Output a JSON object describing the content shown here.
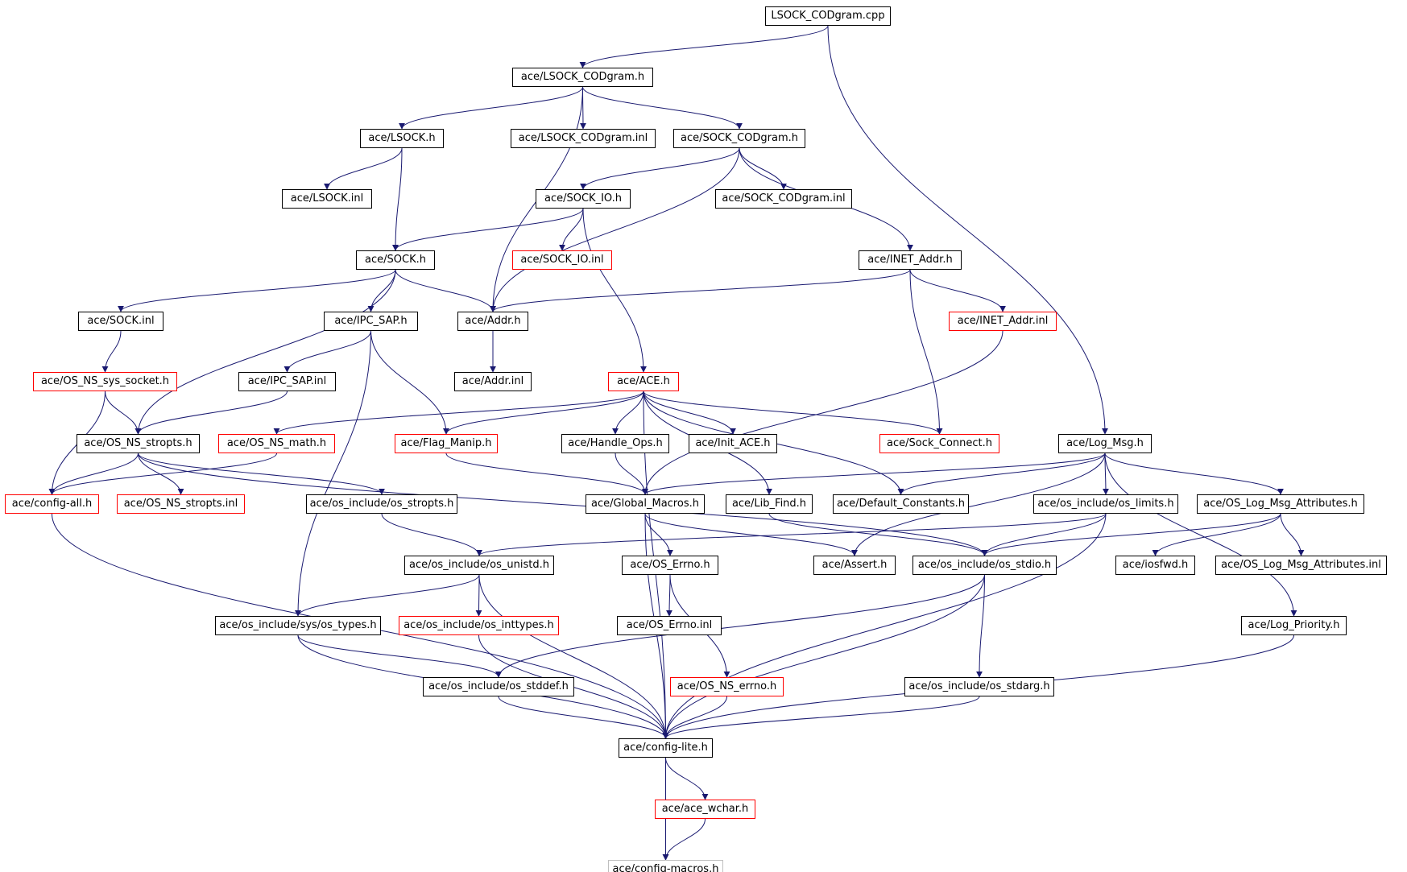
{
  "nodes": [
    {
      "id": "lsock_codgram_cpp",
      "label": "LSOCK_CODgram.cpp",
      "style": "root"
    },
    {
      "id": "lsock_codgram_h",
      "label": "ace/LSOCK_CODgram.h",
      "style": "normal"
    },
    {
      "id": "lsock_h",
      "label": "ace/LSOCK.h",
      "style": "normal"
    },
    {
      "id": "lsock_codgram_inl",
      "label": "ace/LSOCK_CODgram.inl",
      "style": "normal"
    },
    {
      "id": "sock_codgram_h",
      "label": "ace/SOCK_CODgram.h",
      "style": "normal"
    },
    {
      "id": "lsock_inl",
      "label": "ace/LSOCK.inl",
      "style": "normal"
    },
    {
      "id": "sock_io_h",
      "label": "ace/SOCK_IO.h",
      "style": "normal"
    },
    {
      "id": "sock_codgram_inl",
      "label": "ace/SOCK_CODgram.inl",
      "style": "normal"
    },
    {
      "id": "sock_h",
      "label": "ace/SOCK.h",
      "style": "normal"
    },
    {
      "id": "sock_io_inl",
      "label": "ace/SOCK_IO.inl",
      "style": "red"
    },
    {
      "id": "inet_addr_h",
      "label": "ace/INET_Addr.h",
      "style": "normal"
    },
    {
      "id": "sock_inl",
      "label": "ace/SOCK.inl",
      "style": "normal"
    },
    {
      "id": "ipc_sap_h",
      "label": "ace/IPC_SAP.h",
      "style": "normal"
    },
    {
      "id": "addr_h",
      "label": "ace/Addr.h",
      "style": "normal"
    },
    {
      "id": "inet_addr_inl",
      "label": "ace/INET_Addr.inl",
      "style": "red"
    },
    {
      "id": "os_ns_sys_socket_h",
      "label": "ace/OS_NS_sys_socket.h",
      "style": "red"
    },
    {
      "id": "ipc_sap_inl",
      "label": "ace/IPC_SAP.inl",
      "style": "normal"
    },
    {
      "id": "addr_inl",
      "label": "ace/Addr.inl",
      "style": "normal"
    },
    {
      "id": "ace_h",
      "label": "ace/ACE.h",
      "style": "red"
    },
    {
      "id": "os_ns_stropts_h",
      "label": "ace/OS_NS_stropts.h",
      "style": "normal"
    },
    {
      "id": "os_ns_math_h",
      "label": "ace/OS_NS_math.h",
      "style": "red"
    },
    {
      "id": "flag_manip_h",
      "label": "ace/Flag_Manip.h",
      "style": "red"
    },
    {
      "id": "handle_ops_h",
      "label": "ace/Handle_Ops.h",
      "style": "normal"
    },
    {
      "id": "init_ace_h",
      "label": "ace/Init_ACE.h",
      "style": "normal"
    },
    {
      "id": "sock_connect_h",
      "label": "ace/Sock_Connect.h",
      "style": "red"
    },
    {
      "id": "log_msg_h",
      "label": "ace/Log_Msg.h",
      "style": "normal"
    },
    {
      "id": "config_all_h",
      "label": "ace/config-all.h",
      "style": "red"
    },
    {
      "id": "os_ns_stropts_inl",
      "label": "ace/OS_NS_stropts.inl",
      "style": "red"
    },
    {
      "id": "os_include_os_stropts_h",
      "label": "ace/os_include/os_stropts.h",
      "style": "normal"
    },
    {
      "id": "global_macros_h",
      "label": "ace/Global_Macros.h",
      "style": "normal"
    },
    {
      "id": "lib_find_h",
      "label": "ace/Lib_Find.h",
      "style": "normal"
    },
    {
      "id": "default_constants_h",
      "label": "ace/Default_Constants.h",
      "style": "normal"
    },
    {
      "id": "os_include_os_limits_h",
      "label": "ace/os_include/os_limits.h",
      "style": "normal"
    },
    {
      "id": "os_log_msg_attributes_h",
      "label": "ace/OS_Log_Msg_Attributes.h",
      "style": "normal"
    },
    {
      "id": "os_include_os_unistd_h",
      "label": "ace/os_include/os_unistd.h",
      "style": "normal"
    },
    {
      "id": "os_errno_h",
      "label": "ace/OS_Errno.h",
      "style": "normal"
    },
    {
      "id": "assert_h",
      "label": "ace/Assert.h",
      "style": "normal"
    },
    {
      "id": "os_include_os_stdio_h",
      "label": "ace/os_include/os_stdio.h",
      "style": "normal"
    },
    {
      "id": "iosfwd_h",
      "label": "ace/iosfwd.h",
      "style": "normal"
    },
    {
      "id": "os_log_msg_attributes_inl",
      "label": "ace/OS_Log_Msg_Attributes.inl",
      "style": "normal"
    },
    {
      "id": "os_include_sys_os_types_h",
      "label": "ace/os_include/sys/os_types.h",
      "style": "normal"
    },
    {
      "id": "os_include_os_inttypes_h",
      "label": "ace/os_include/os_inttypes.h",
      "style": "red"
    },
    {
      "id": "os_errno_inl",
      "label": "ace/OS_Errno.inl",
      "style": "normal"
    },
    {
      "id": "log_priority_h",
      "label": "ace/Log_Priority.h",
      "style": "normal"
    },
    {
      "id": "os_include_os_stddef_h",
      "label": "ace/os_include/os_stddef.h",
      "style": "normal"
    },
    {
      "id": "os_ns_errno_h",
      "label": "ace/OS_NS_errno.h",
      "style": "red"
    },
    {
      "id": "os_include_os_stdarg_h",
      "label": "ace/os_include/os_stdarg.h",
      "style": "normal"
    },
    {
      "id": "config_lite_h",
      "label": "ace/config-lite.h",
      "style": "normal"
    },
    {
      "id": "ace_wchar_h",
      "label": "ace/ace_wchar.h",
      "style": "red"
    },
    {
      "id": "config_macros_h",
      "label": "ace/config-macros.h",
      "style": "gray"
    }
  ],
  "edges": [
    [
      "lsock_codgram_cpp",
      "lsock_codgram_h"
    ],
    [
      "lsock_codgram_cpp",
      "log_msg_h"
    ],
    [
      "lsock_codgram_h",
      "lsock_h"
    ],
    [
      "lsock_codgram_h",
      "lsock_codgram_inl"
    ],
    [
      "lsock_codgram_h",
      "sock_codgram_h"
    ],
    [
      "lsock_codgram_h",
      "addr_h"
    ],
    [
      "lsock_h",
      "lsock_inl"
    ],
    [
      "lsock_h",
      "sock_h"
    ],
    [
      "sock_codgram_h",
      "sock_io_h"
    ],
    [
      "sock_codgram_h",
      "sock_codgram_inl"
    ],
    [
      "sock_codgram_h",
      "inet_addr_h"
    ],
    [
      "sock_codgram_h",
      "addr_h"
    ],
    [
      "sock_io_h",
      "sock_h"
    ],
    [
      "sock_io_h",
      "sock_io_inl"
    ],
    [
      "sock_io_h",
      "ace_h"
    ],
    [
      "sock_h",
      "sock_inl"
    ],
    [
      "sock_h",
      "ipc_sap_h"
    ],
    [
      "sock_h",
      "addr_h"
    ],
    [
      "sock_h",
      "os_ns_stropts_h"
    ],
    [
      "inet_addr_h",
      "addr_h"
    ],
    [
      "inet_addr_h",
      "inet_addr_inl"
    ],
    [
      "inet_addr_h",
      "sock_connect_h"
    ],
    [
      "inet_addr_inl",
      "global_macros_h"
    ],
    [
      "sock_inl",
      "os_ns_sys_socket_h"
    ],
    [
      "ipc_sap_h",
      "ipc_sap_inl"
    ],
    [
      "ipc_sap_h",
      "flag_manip_h"
    ],
    [
      "ipc_sap_h",
      "os_include_sys_os_types_h"
    ],
    [
      "addr_h",
      "addr_inl"
    ],
    [
      "os_ns_sys_socket_h",
      "os_ns_stropts_h"
    ],
    [
      "os_ns_sys_socket_h",
      "config_all_h"
    ],
    [
      "ipc_sap_inl",
      "os_ns_stropts_h"
    ],
    [
      "ace_h",
      "os_ns_math_h"
    ],
    [
      "ace_h",
      "flag_manip_h"
    ],
    [
      "ace_h",
      "handle_ops_h"
    ],
    [
      "ace_h",
      "init_ace_h"
    ],
    [
      "ace_h",
      "sock_connect_h"
    ],
    [
      "ace_h",
      "lib_find_h"
    ],
    [
      "ace_h",
      "default_constants_h"
    ],
    [
      "ace_h",
      "config_lite_h"
    ],
    [
      "os_ns_stropts_h",
      "config_all_h"
    ],
    [
      "os_ns_stropts_h",
      "os_ns_stropts_inl"
    ],
    [
      "os_ns_stropts_h",
      "os_include_os_stropts_h"
    ],
    [
      "os_ns_stropts_h",
      "os_include_os_stdio_h"
    ],
    [
      "os_ns_math_h",
      "config_all_h"
    ],
    [
      "flag_manip_h",
      "global_macros_h"
    ],
    [
      "handle_ops_h",
      "global_macros_h"
    ],
    [
      "log_msg_h",
      "global_macros_h"
    ],
    [
      "log_msg_h",
      "default_constants_h"
    ],
    [
      "log_msg_h",
      "assert_h"
    ],
    [
      "log_msg_h",
      "os_include_os_limits_h"
    ],
    [
      "log_msg_h",
      "os_log_msg_attributes_h"
    ],
    [
      "log_msg_h",
      "log_priority_h"
    ],
    [
      "config_all_h",
      "config_lite_h"
    ],
    [
      "os_include_os_stropts_h",
      "os_include_os_unistd_h"
    ],
    [
      "global_macros_h",
      "os_errno_h"
    ],
    [
      "global_macros_h",
      "assert_h"
    ],
    [
      "global_macros_h",
      "config_lite_h"
    ],
    [
      "lib_find_h",
      "os_include_os_stdio_h"
    ],
    [
      "os_include_os_limits_h",
      "os_include_os_unistd_h"
    ],
    [
      "os_include_os_limits_h",
      "os_include_os_stdio_h"
    ],
    [
      "os_include_os_limits_h",
      "config_lite_h"
    ],
    [
      "os_log_msg_attributes_h",
      "os_include_os_stdio_h"
    ],
    [
      "os_log_msg_attributes_h",
      "iosfwd_h"
    ],
    [
      "os_log_msg_attributes_h",
      "os_log_msg_attributes_inl"
    ],
    [
      "os_include_os_unistd_h",
      "os_include_sys_os_types_h"
    ],
    [
      "os_include_os_unistd_h",
      "os_include_os_inttypes_h"
    ],
    [
      "os_include_os_unistd_h",
      "config_lite_h"
    ],
    [
      "os_errno_h",
      "os_errno_inl"
    ],
    [
      "os_errno_h",
      "os_ns_errno_h"
    ],
    [
      "os_include_os_stdio_h",
      "os_include_os_stddef_h"
    ],
    [
      "os_include_os_stdio_h",
      "os_include_os_stdarg_h"
    ],
    [
      "os_include_os_stdio_h",
      "config_lite_h"
    ],
    [
      "os_include_sys_os_types_h",
      "os_include_os_stddef_h"
    ],
    [
      "os_include_sys_os_types_h",
      "config_lite_h"
    ],
    [
      "os_include_os_inttypes_h",
      "config_lite_h"
    ],
    [
      "log_priority_h",
      "config_lite_h"
    ],
    [
      "os_include_os_stddef_h",
      "config_lite_h"
    ],
    [
      "os_ns_errno_h",
      "config_lite_h"
    ],
    [
      "os_include_os_stdarg_h",
      "config_lite_h"
    ],
    [
      "config_lite_h",
      "ace_wchar_h"
    ],
    [
      "config_lite_h",
      "config_macros_h"
    ],
    [
      "ace_wchar_h",
      "config_macros_h"
    ]
  ],
  "colors": {
    "edge": "#191970",
    "node_border": "#000000",
    "red_border": "#ff0000",
    "gray_border": "#bfbfbf",
    "root_fill": "#bfbfbf"
  }
}
